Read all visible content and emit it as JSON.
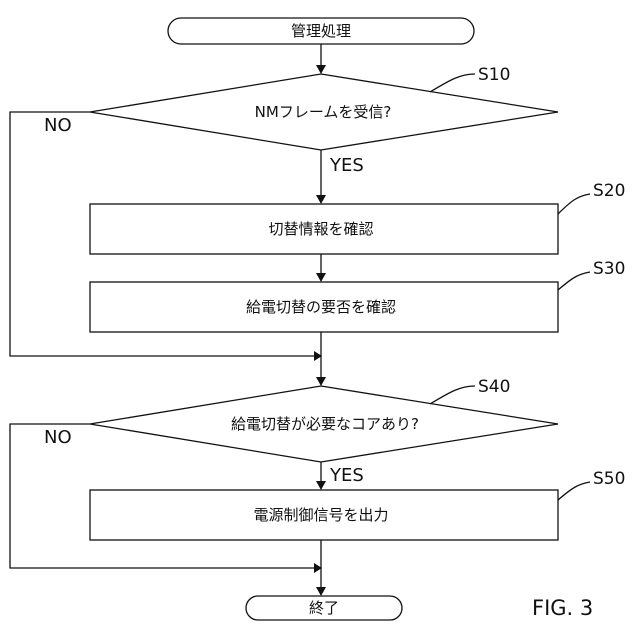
{
  "figure_label": "FIG. 3",
  "start": {
    "label": "管理処理"
  },
  "end": {
    "label": "終了"
  },
  "steps": [
    {
      "id": "S10",
      "type": "decision",
      "label": "NMフレームを受信?",
      "yes": "YES",
      "no": "NO"
    },
    {
      "id": "S20",
      "type": "process",
      "label": "切替情報を確認"
    },
    {
      "id": "S30",
      "type": "process",
      "label": "給電切替の要否を確認"
    },
    {
      "id": "S40",
      "type": "decision",
      "label": "給電切替が必要なコアあり?",
      "yes": "YES",
      "no": "NO"
    },
    {
      "id": "S50",
      "type": "process",
      "label": "電源制御信号を出力"
    }
  ]
}
